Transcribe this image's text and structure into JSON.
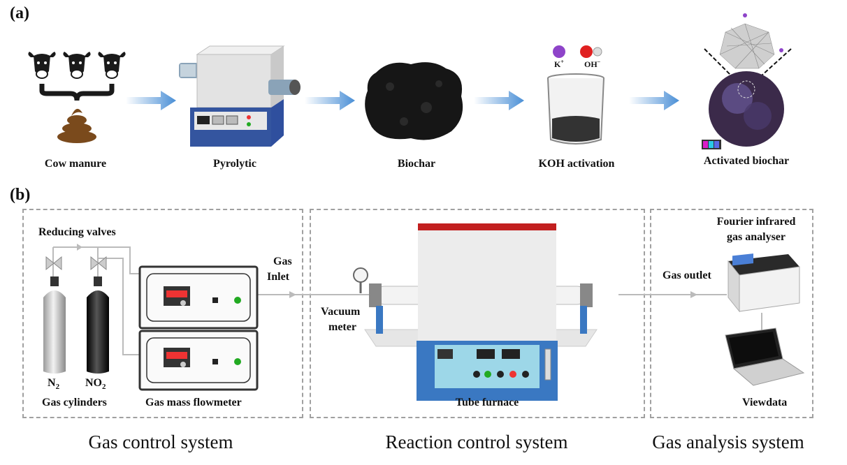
{
  "panel_a": {
    "tag": "(a)",
    "steps": {
      "cow_manure": "Cow manure",
      "pyrolytic": "Pyrolytic",
      "biochar": "Biochar",
      "koh_activation": "KOH activation",
      "activated_biochar": "Activated biochar"
    },
    "ions": {
      "k": "K",
      "k_sup": "+",
      "oh": "OH",
      "oh_sup": "−"
    }
  },
  "panel_b": {
    "tag": "(b)",
    "labels": {
      "reducing_valves": "Reducing valves",
      "n2": "N",
      "n2_sub": "2",
      "no2": "NO",
      "no2_sub": "2",
      "gas_cylinders": "Gas cylinders",
      "gas_mass_flowmeter": "Gas mass flowmeter",
      "gas_inlet_1": "Gas",
      "gas_inlet_2": "Inlet",
      "vacuum_meter_1": "Vacuum",
      "vacuum_meter_2": "meter",
      "tube_furnace": "Tube furnace",
      "gas_outlet": "Gas outlet",
      "ftir_1": "Fourier infrared",
      "ftir_2": "gas analyser",
      "viewdata": "Viewdata"
    },
    "systems": {
      "gas_control": "Gas control system",
      "reaction_control": "Reaction control system",
      "gas_analysis": "Gas analysis system"
    }
  },
  "colors": {
    "arrow_blue": "#4a8fd6",
    "furnace_blue": "#2f4f9e",
    "panel_dash": "#a0a0a0",
    "manure_brown": "#7a4a1c",
    "potassium_purple": "#8e44c9",
    "oxygen_red": "#e02020"
  }
}
